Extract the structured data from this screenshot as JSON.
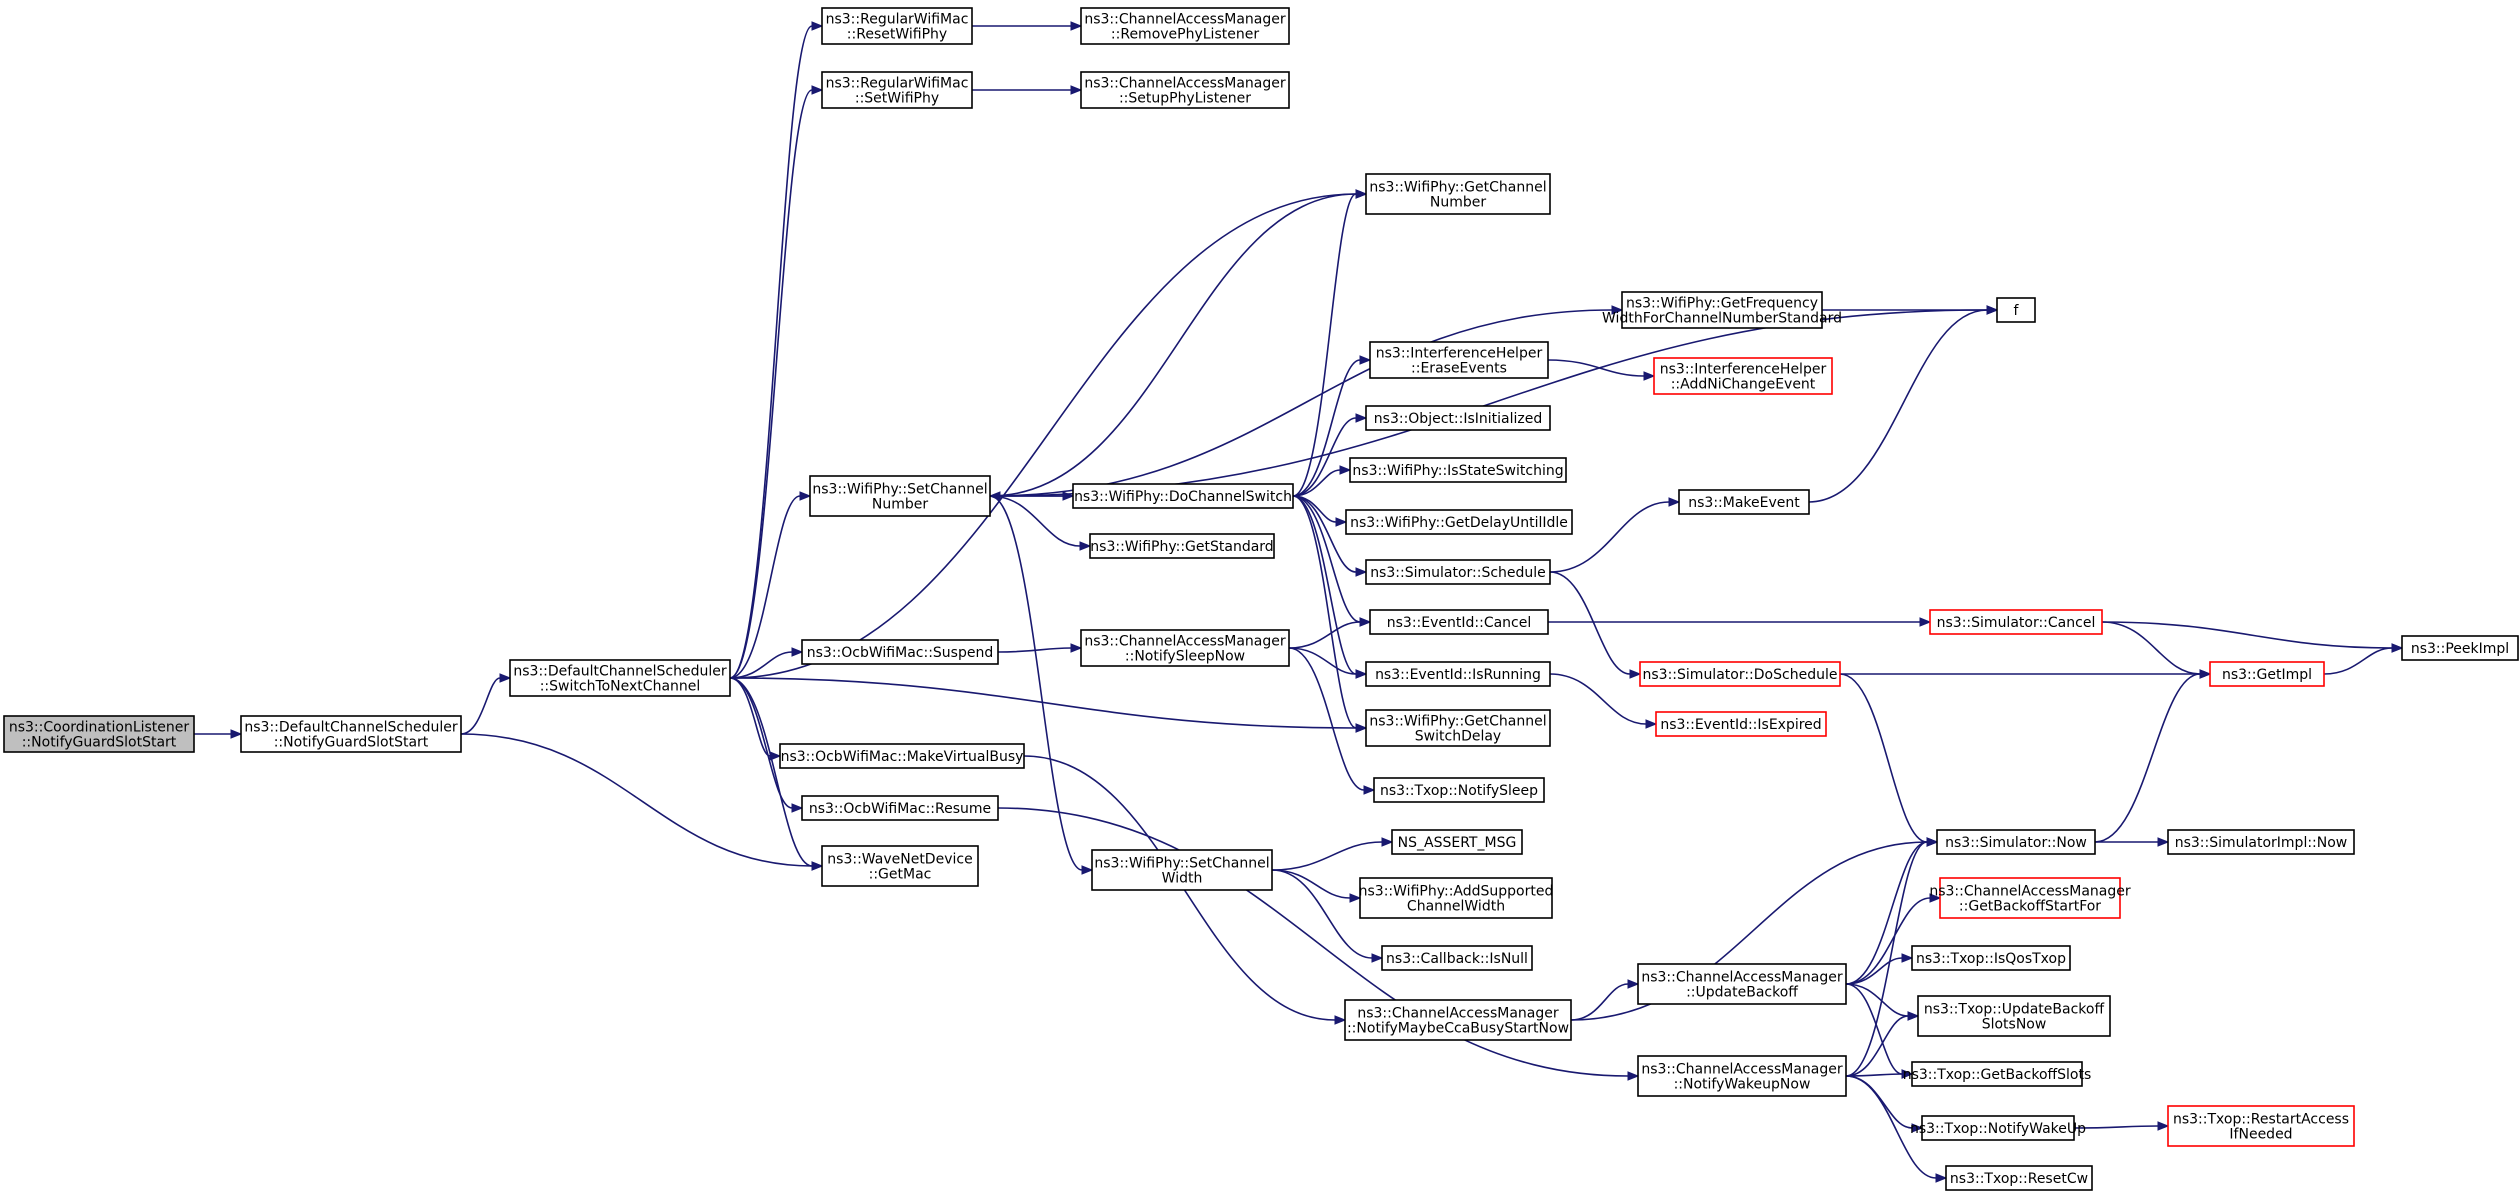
{
  "nodes": [
    {
      "id": "coord",
      "lines": [
        "ns3::CoordinationListener",
        "::NotifyGuardSlotStart"
      ],
      "style": "root"
    },
    {
      "id": "dcs_nsg",
      "lines": [
        "ns3::DefaultChannelScheduler",
        "::NotifyGuardSlotStart"
      ]
    },
    {
      "id": "dcs_sw",
      "lines": [
        "ns3::DefaultChannelScheduler",
        "::SwitchToNextChannel"
      ]
    },
    {
      "id": "rwm_reset",
      "lines": [
        "ns3::RegularWifiMac",
        "::ResetWifiPhy"
      ]
    },
    {
      "id": "rwm_set",
      "lines": [
        "ns3::RegularWifiMac",
        "::SetWifiPhy"
      ]
    },
    {
      "id": "cam_rpl",
      "lines": [
        "ns3::ChannelAccessManager",
        "::RemovePhyListener"
      ]
    },
    {
      "id": "cam_spl",
      "lines": [
        "ns3::ChannelAccessManager",
        "::SetupPhyListener"
      ]
    },
    {
      "id": "wp_gcn",
      "lines": [
        "ns3::WifiPhy::GetChannel",
        "Number"
      ]
    },
    {
      "id": "f",
      "lines": [
        "f"
      ]
    },
    {
      "id": "wp_gfw",
      "lines": [
        "ns3::WifiPhy::GetFrequency",
        "WidthForChannelNumberStandard"
      ]
    },
    {
      "id": "ih_ee",
      "lines": [
        "ns3::InterferenceHelper",
        "::EraseEvents"
      ]
    },
    {
      "id": "ih_anc",
      "lines": [
        "ns3::InterferenceHelper",
        "::AddNiChangeEvent"
      ],
      "style": "red"
    },
    {
      "id": "obj_isinit",
      "lines": [
        "ns3::Object::IsInitialized"
      ]
    },
    {
      "id": "wp_iss",
      "lines": [
        "ns3::WifiPhy::IsStateSwitching"
      ]
    },
    {
      "id": "wp_gdui",
      "lines": [
        "ns3::WifiPhy::GetDelayUntilIdle"
      ]
    },
    {
      "id": "wp_scn",
      "lines": [
        "ns3::WifiPhy::SetChannel",
        "Number"
      ]
    },
    {
      "id": "wp_dcs",
      "lines": [
        "ns3::WifiPhy::DoChannelSwitch"
      ]
    },
    {
      "id": "wp_gs",
      "lines": [
        "ns3::WifiPhy::GetStandard"
      ]
    },
    {
      "id": "me",
      "lines": [
        "ns3::MakeEvent"
      ]
    },
    {
      "id": "sim_sched",
      "lines": [
        "ns3::Simulator::Schedule"
      ]
    },
    {
      "id": "ev_cancel",
      "lines": [
        "ns3::EventId::Cancel"
      ]
    },
    {
      "id": "sim_cancel",
      "lines": [
        "ns3::Simulator::Cancel"
      ],
      "style": "red"
    },
    {
      "id": "peek",
      "lines": [
        "ns3::PeekImpl"
      ]
    },
    {
      "id": "ocb_susp",
      "lines": [
        "ns3::OcbWifiMac::Suspend"
      ]
    },
    {
      "id": "cam_nsn",
      "lines": [
        "ns3::ChannelAccessManager",
        "::NotifySleepNow"
      ]
    },
    {
      "id": "ev_run",
      "lines": [
        "ns3::EventId::IsRunning"
      ]
    },
    {
      "id": "sim_dosched",
      "lines": [
        "ns3::Simulator::DoSchedule"
      ],
      "style": "red"
    },
    {
      "id": "getimpl",
      "lines": [
        "ns3::GetImpl"
      ],
      "style": "red"
    },
    {
      "id": "wp_gcsd",
      "lines": [
        "ns3::WifiPhy::GetChannel",
        "SwitchDelay"
      ]
    },
    {
      "id": "ev_exp",
      "lines": [
        "ns3::EventId::IsExpired"
      ],
      "style": "red"
    },
    {
      "id": "ocb_mvb",
      "lines": [
        "ns3::OcbWifiMac::MakeVirtualBusy"
      ]
    },
    {
      "id": "txop_ns",
      "lines": [
        "ns3::Txop::NotifySleep"
      ]
    },
    {
      "id": "ocb_res",
      "lines": [
        "ns3::OcbWifiMac::Resume"
      ]
    },
    {
      "id": "nsassert",
      "lines": [
        "NS_ASSERT_MSG"
      ]
    },
    {
      "id": "sim_now",
      "lines": [
        "ns3::Simulator::Now"
      ]
    },
    {
      "id": "simimpl_now",
      "lines": [
        "ns3::SimulatorImpl::Now"
      ]
    },
    {
      "id": "wnd_gm",
      "lines": [
        "ns3::WaveNetDevice",
        "::GetMac"
      ]
    },
    {
      "id": "wp_scw",
      "lines": [
        "ns3::WifiPhy::SetChannel",
        "Width"
      ]
    },
    {
      "id": "wp_ascw",
      "lines": [
        "ns3::WifiPhy::AddSupported",
        "ChannelWidth"
      ]
    },
    {
      "id": "cam_gbsf",
      "lines": [
        "ns3::ChannelAccessManager",
        "::GetBackoffStartFor"
      ],
      "style": "red"
    },
    {
      "id": "cb_null",
      "lines": [
        "ns3::Callback::IsNull"
      ]
    },
    {
      "id": "cam_ub",
      "lines": [
        "ns3::ChannelAccessManager",
        "::UpdateBackoff"
      ]
    },
    {
      "id": "txop_iqt",
      "lines": [
        "ns3::Txop::IsQosTxop"
      ]
    },
    {
      "id": "cam_nmcbs",
      "lines": [
        "ns3::ChannelAccessManager",
        "::NotifyMaybeCcaBusyStartNow"
      ]
    },
    {
      "id": "txop_ubsn",
      "lines": [
        "ns3::Txop::UpdateBackoff",
        "SlotsNow"
      ]
    },
    {
      "id": "cam_nwn",
      "lines": [
        "ns3::ChannelAccessManager",
        "::NotifyWakeupNow"
      ]
    },
    {
      "id": "txop_gbs",
      "lines": [
        "ns3::Txop::GetBackoffSlots"
      ]
    },
    {
      "id": "txop_nwu",
      "lines": [
        "ns3::Txop::NotifyWakeUp"
      ]
    },
    {
      "id": "txop_rain",
      "lines": [
        "ns3::Txop::RestartAccess",
        "IfNeeded"
      ],
      "style": "red"
    },
    {
      "id": "txop_rcw",
      "lines": [
        "ns3::Txop::ResetCw"
      ]
    }
  ],
  "edges": [
    [
      "coord",
      "dcs_nsg"
    ],
    [
      "dcs_nsg",
      "dcs_sw"
    ],
    [
      "dcs_nsg",
      "wnd_gm"
    ],
    [
      "dcs_sw",
      "rwm_reset"
    ],
    [
      "dcs_sw",
      "rwm_set"
    ],
    [
      "dcs_sw",
      "wp_gcn"
    ],
    [
      "dcs_sw",
      "wp_scn"
    ],
    [
      "dcs_sw",
      "ocb_susp"
    ],
    [
      "dcs_sw",
      "ocb_mvb"
    ],
    [
      "dcs_sw",
      "ocb_res"
    ],
    [
      "dcs_sw",
      "wnd_gm"
    ],
    [
      "dcs_sw",
      "wp_gcsd"
    ],
    [
      "rwm_reset",
      "cam_rpl"
    ],
    [
      "rwm_set",
      "cam_spl"
    ],
    [
      "wp_scn",
      "wp_gcn"
    ],
    [
      "wp_scn",
      "f"
    ],
    [
      "wp_scn",
      "wp_gfw"
    ],
    [
      "wp_scn",
      "wp_dcs"
    ],
    [
      "wp_scn",
      "wp_gs"
    ],
    [
      "wp_scn",
      "wp_scw"
    ],
    [
      "wp_dcs",
      "wp_scn"
    ],
    [
      "wp_dcs",
      "wp_gcn"
    ],
    [
      "wp_dcs",
      "ih_ee"
    ],
    [
      "wp_dcs",
      "obj_isinit"
    ],
    [
      "wp_dcs",
      "wp_iss"
    ],
    [
      "wp_dcs",
      "wp_gdui"
    ],
    [
      "wp_dcs",
      "sim_sched"
    ],
    [
      "wp_dcs",
      "ev_cancel"
    ],
    [
      "wp_dcs",
      "ev_run"
    ],
    [
      "wp_dcs",
      "wp_gcsd"
    ],
    [
      "wp_gfw",
      "f"
    ],
    [
      "ih_ee",
      "ih_anc"
    ],
    [
      "me",
      "f"
    ],
    [
      "sim_sched",
      "me"
    ],
    [
      "sim_sched",
      "sim_dosched"
    ],
    [
      "ev_cancel",
      "sim_cancel"
    ],
    [
      "sim_cancel",
      "peek"
    ],
    [
      "sim_cancel",
      "getimpl"
    ],
    [
      "ev_run",
      "ev_exp"
    ],
    [
      "sim_dosched",
      "getimpl"
    ],
    [
      "sim_dosched",
      "sim_now"
    ],
    [
      "getimpl",
      "peek"
    ],
    [
      "ocb_susp",
      "cam_nsn"
    ],
    [
      "cam_nsn",
      "ev_cancel"
    ],
    [
      "cam_nsn",
      "ev_run"
    ],
    [
      "cam_nsn",
      "txop_ns"
    ],
    [
      "ocb_mvb",
      "cam_nmcbs"
    ],
    [
      "ocb_res",
      "cam_nwn"
    ],
    [
      "wp_scw",
      "nsassert"
    ],
    [
      "wp_scw",
      "wp_ascw"
    ],
    [
      "wp_scw",
      "cb_null"
    ],
    [
      "sim_now",
      "getimpl"
    ],
    [
      "sim_now",
      "simimpl_now"
    ],
    [
      "cam_nmcbs",
      "sim_now"
    ],
    [
      "cam_nmcbs",
      "cam_ub"
    ],
    [
      "cam_ub",
      "sim_now"
    ],
    [
      "cam_ub",
      "cam_gbsf"
    ],
    [
      "cam_ub",
      "txop_iqt"
    ],
    [
      "cam_ub",
      "txop_ubsn"
    ],
    [
      "cam_ub",
      "txop_gbs"
    ],
    [
      "cam_nwn",
      "sim_now"
    ],
    [
      "cam_nwn",
      "txop_ubsn"
    ],
    [
      "cam_nwn",
      "txop_gbs"
    ],
    [
      "cam_nwn",
      "txop_nwu"
    ],
    [
      "cam_nwn",
      "txop_rcw"
    ],
    [
      "txop_nwu",
      "txop_rain"
    ]
  ]
}
